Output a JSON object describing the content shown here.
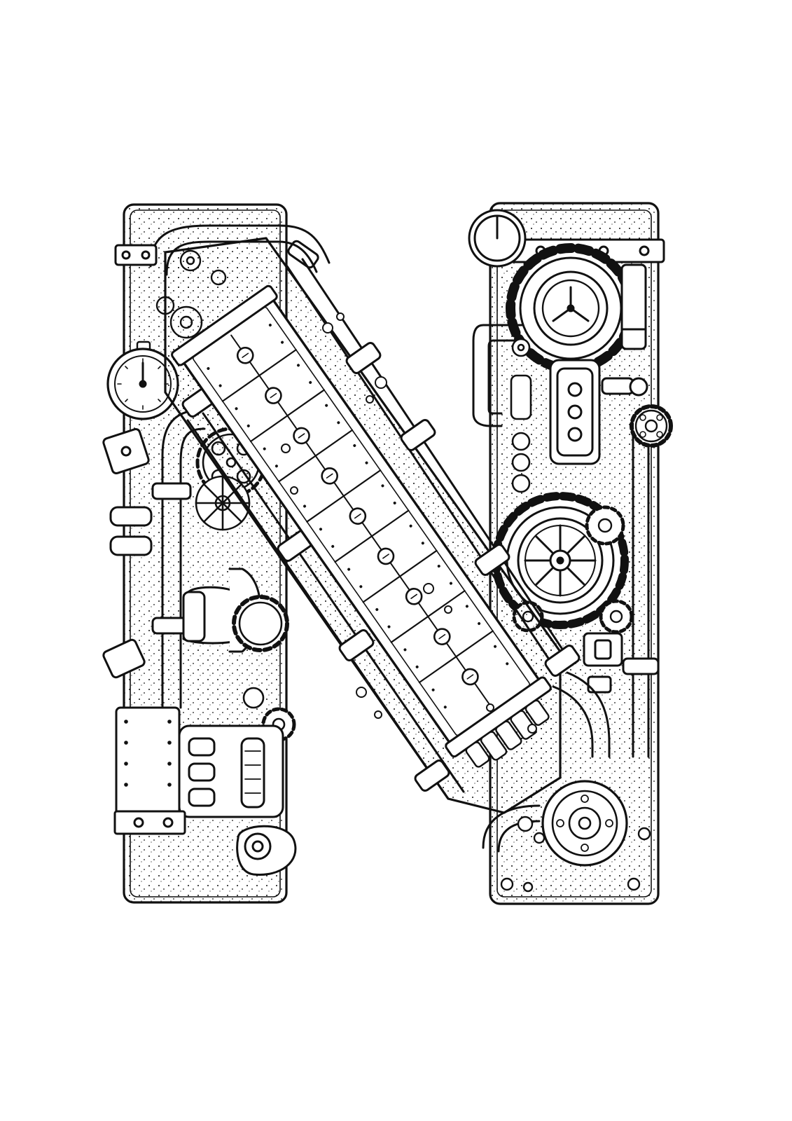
{
  "page": {
    "background_color": "#ffffff",
    "line_color": "#111111"
  },
  "artwork": {
    "subject_letter": "N",
    "style": "steampunk machinery line art coloring page",
    "elements": [
      "pressure-gauge",
      "gear",
      "pipe",
      "rivet",
      "bolt",
      "flywheel",
      "valve",
      "plate",
      "control-panel"
    ]
  }
}
